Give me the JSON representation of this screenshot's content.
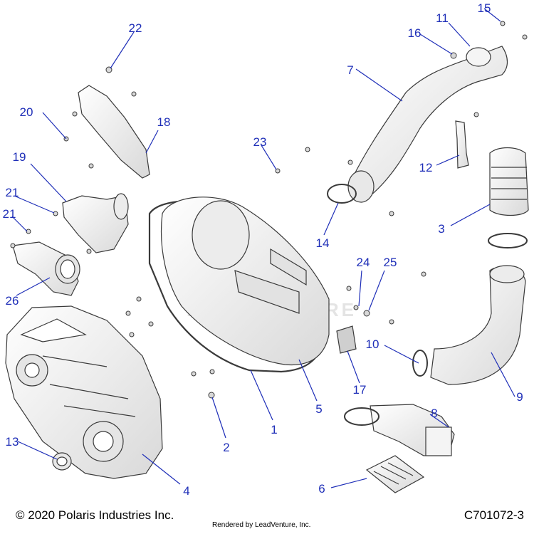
{
  "callouts": [
    "1",
    "2",
    "3",
    "4",
    "5",
    "6",
    "7",
    "8",
    "9",
    "10",
    "11",
    "12",
    "13",
    "14",
    "15",
    "16",
    "17",
    "18",
    "19",
    "20",
    "21",
    "21",
    "22",
    "23",
    "24",
    "25",
    "26"
  ],
  "footer": {
    "copyright": "© 2020 Polaris Industries Inc.",
    "rendered_by": "Rendered by LeadVenture, Inc.",
    "drawing_number": "C701072-3"
  },
  "watermark": "LEADVENTURE",
  "colors": {
    "callout_text": "#1f2fb8",
    "leader_line": "#1f2fb8",
    "part_fill": "#f1f1f1",
    "part_stroke": "#3a3a3a"
  }
}
